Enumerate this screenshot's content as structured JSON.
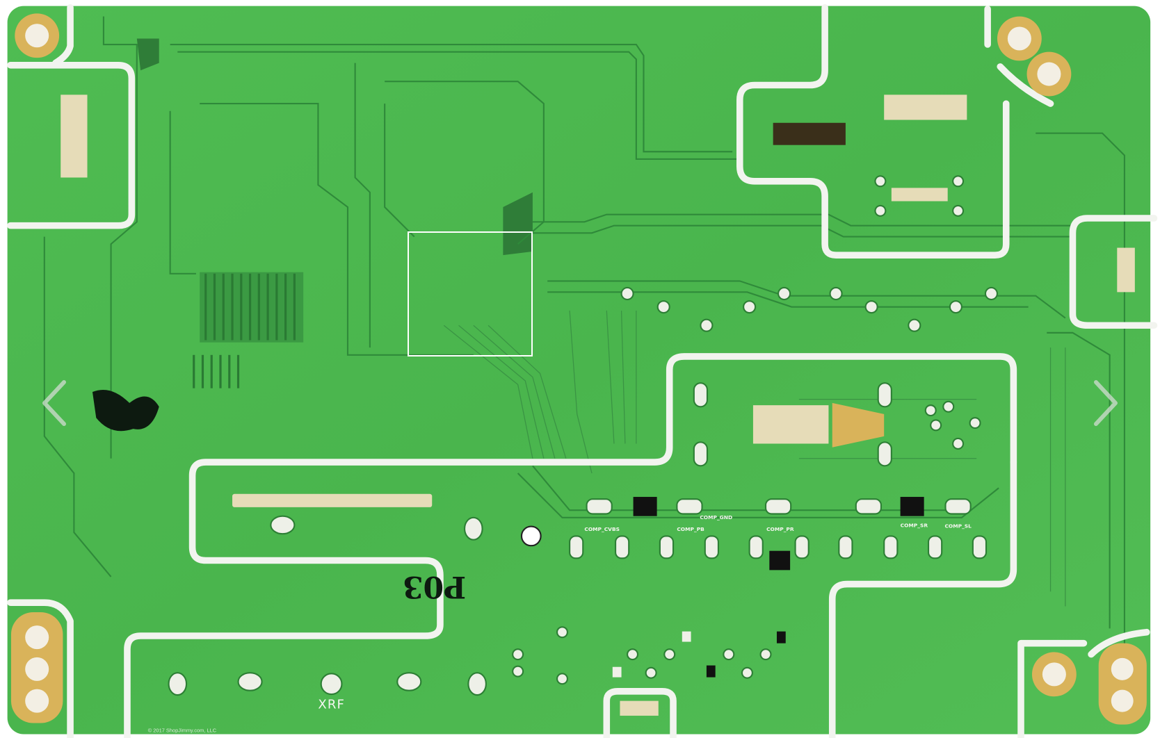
{
  "viewer": {
    "prev_icon": "chevron-left-icon",
    "next_icon": "chevron-right-icon",
    "lens": "zoom-lens"
  },
  "board": {
    "silkscreen_labels": [
      "COMP_CVBS",
      "COMP_GND",
      "COMP_PB",
      "COMP_PR",
      "COMP_SR",
      "COMP_SL"
    ],
    "xrf_label": "XRF",
    "marker_text": "P03",
    "copyright": "© 2017 ShopJimmy.com, LLC"
  },
  "colors": {
    "board_green": "#4dba50",
    "silkscreen": "#f2f4ef",
    "gold": "#d9b35a"
  }
}
